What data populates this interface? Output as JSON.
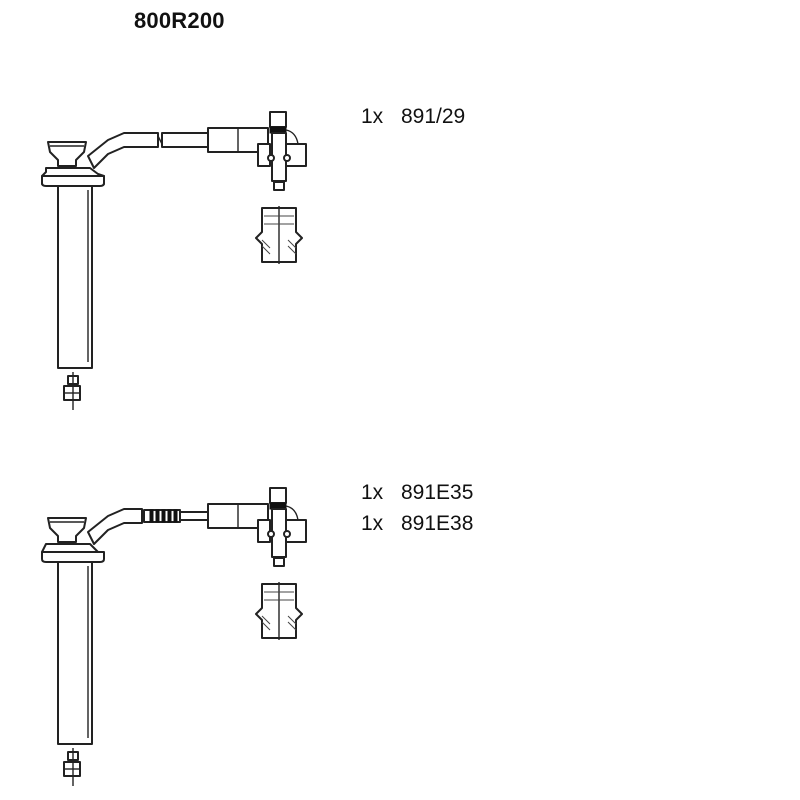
{
  "diagram": {
    "title": "800R200",
    "assemblies": [
      {
        "id": "lead-1",
        "cable_style": "plain",
        "parts": [
          {
            "qty": "1x",
            "code": "891/29"
          }
        ]
      },
      {
        "id": "lead-2",
        "cable_style": "ribbed-sleeve",
        "parts": [
          {
            "qty": "1x",
            "code": "891E35"
          },
          {
            "qty": "1x",
            "code": "891E38"
          }
        ]
      }
    ],
    "line_color": "#222222",
    "background": "#ffffff"
  }
}
